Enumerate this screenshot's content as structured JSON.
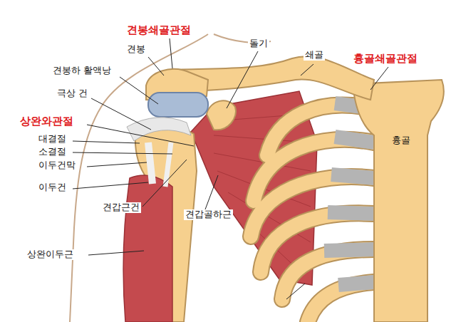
{
  "diagram": {
    "labels": [
      "견봉쇄골관절",
      "견봉",
      "돌기",
      "쇄골",
      "흉골쇄골관절",
      "견봉하 활액낭",
      "극상 건",
      "상완와관절",
      "대결절",
      "소결절",
      "이두건막",
      "이두건",
      "견갑근건",
      "견갑골하근",
      "상완이두근",
      "흉골"
    ]
  }
}
